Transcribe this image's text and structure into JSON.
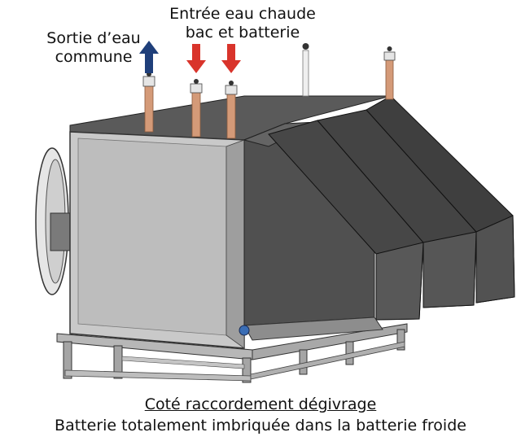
{
  "labels": {
    "outlet_line1": "Sortie d’eau",
    "outlet_line2": "commune",
    "inlet_line1": "Entrée eau chaude",
    "inlet_line2": "bac et batterie"
  },
  "caption": {
    "title": "Coté raccordement dégivrage",
    "subtitle": "Batterie totalement imbriquée dans la batterie froide"
  },
  "colors": {
    "outlet_arrow": "#1f3f7a",
    "inlet_arrow": "#d9342b",
    "pipe": "#d49a78",
    "panel_light": "#c9c9c9",
    "panel_dark": "#4a4a4a"
  },
  "icons": {
    "outlet": "arrow-up-icon",
    "inlet": "arrow-down-icon"
  }
}
